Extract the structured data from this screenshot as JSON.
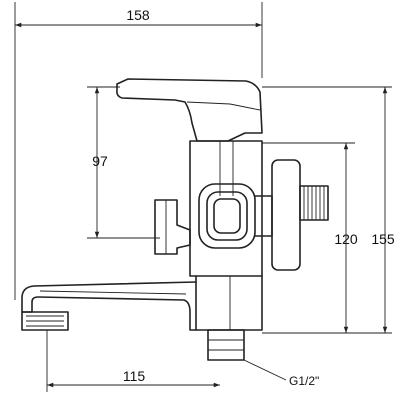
{
  "dimensions": {
    "total_width": "158",
    "handle_height": "97",
    "outlet_height": "120",
    "total_height": "155",
    "spout_reach": "115"
  },
  "thread_note": "G1/2\""
}
